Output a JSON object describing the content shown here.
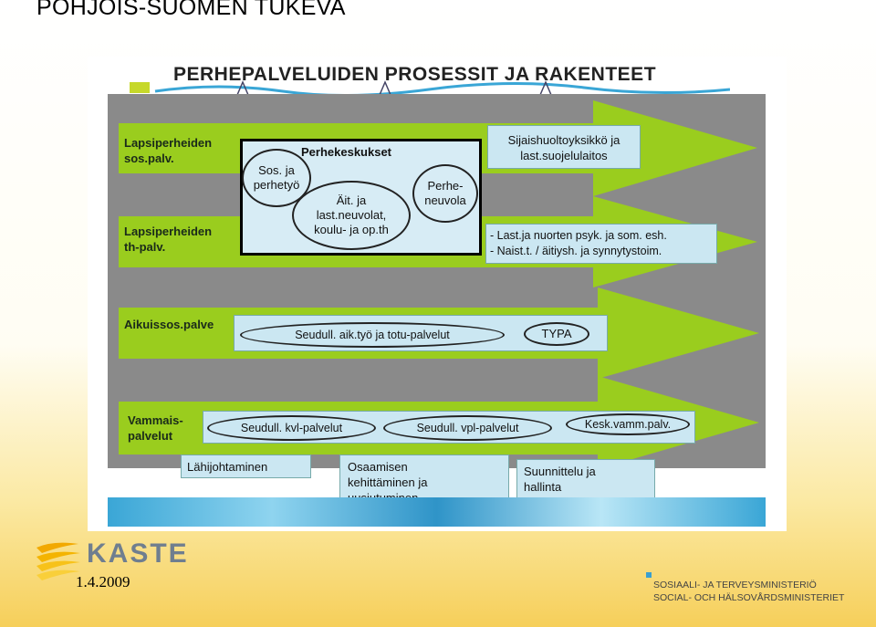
{
  "slide": {
    "title": "POHJOIS-SUOMEN TUKEVA",
    "date": "1.4.2009"
  },
  "figure": {
    "title": "PERHEPALVELUIDEN PROSESSIT JA RAKENTEET",
    "rows": [
      {
        "label_line1": "Lapsiperheiden",
        "label_line2": "sos.palv."
      },
      {
        "label_line1": "Lapsiperheiden",
        "label_line2": "th-palv."
      },
      {
        "label_line1": "Aikuissos.palve",
        "label_line2": ""
      },
      {
        "label_line1": "Vammais-",
        "label_line2": "palvelut"
      }
    ],
    "perhekeskukset": {
      "title": "Perhekeskukset",
      "sos_line1": "Sos. ja",
      "sos_line2": "perhetyö",
      "ait_line1": "Äit. ja",
      "ait_line2": "last.neuvolat,",
      "ait_line3": "koulu- ja op.th",
      "perhe_line1": "Perhe-",
      "perhe_line2": "neuvola"
    },
    "sijais_line1": "Sijaishuoltoyksikkö ja",
    "sijais_line2": "last.suojelulaitos",
    "psyk_line1": "- Last.ja nuorten psyk. ja som. esh.",
    "psyk_line2": "- Naist.t. / äitiysh. ja synnytystoim.",
    "aikuis_ellipse": "Seudull. aik.työ ja  totu-palvelut",
    "typa": "TYPA",
    "kvl": "Seudull. kvl-palvelut",
    "vpl": "Seudull. vpl-palvelut",
    "kesk": "Kesk.vamm.palv.",
    "footer_boxes": {
      "lahijohtaminen": "Lähijohtaminen",
      "osaaminen_line1": "Osaamisen",
      "osaaminen_line2": "kehittäminen ja",
      "osaaminen_line3": "uusiutuminen",
      "suunnittelu_line1": "Suunnittelu ja",
      "suunnittelu_line2": "hallinta"
    }
  },
  "logos": {
    "kaste": "KASTE",
    "ministry_line1": "SOSIAALI- JA TERVEYSMINISTERIÖ",
    "ministry_line2": "SOCIAL- OCH HÄLSOVÅRDSMINISTERIET"
  },
  "colors": {
    "arrow_green": "#9acd1e",
    "panel_grey": "#8a8a8a",
    "box_blue": "#cbe7f2"
  }
}
